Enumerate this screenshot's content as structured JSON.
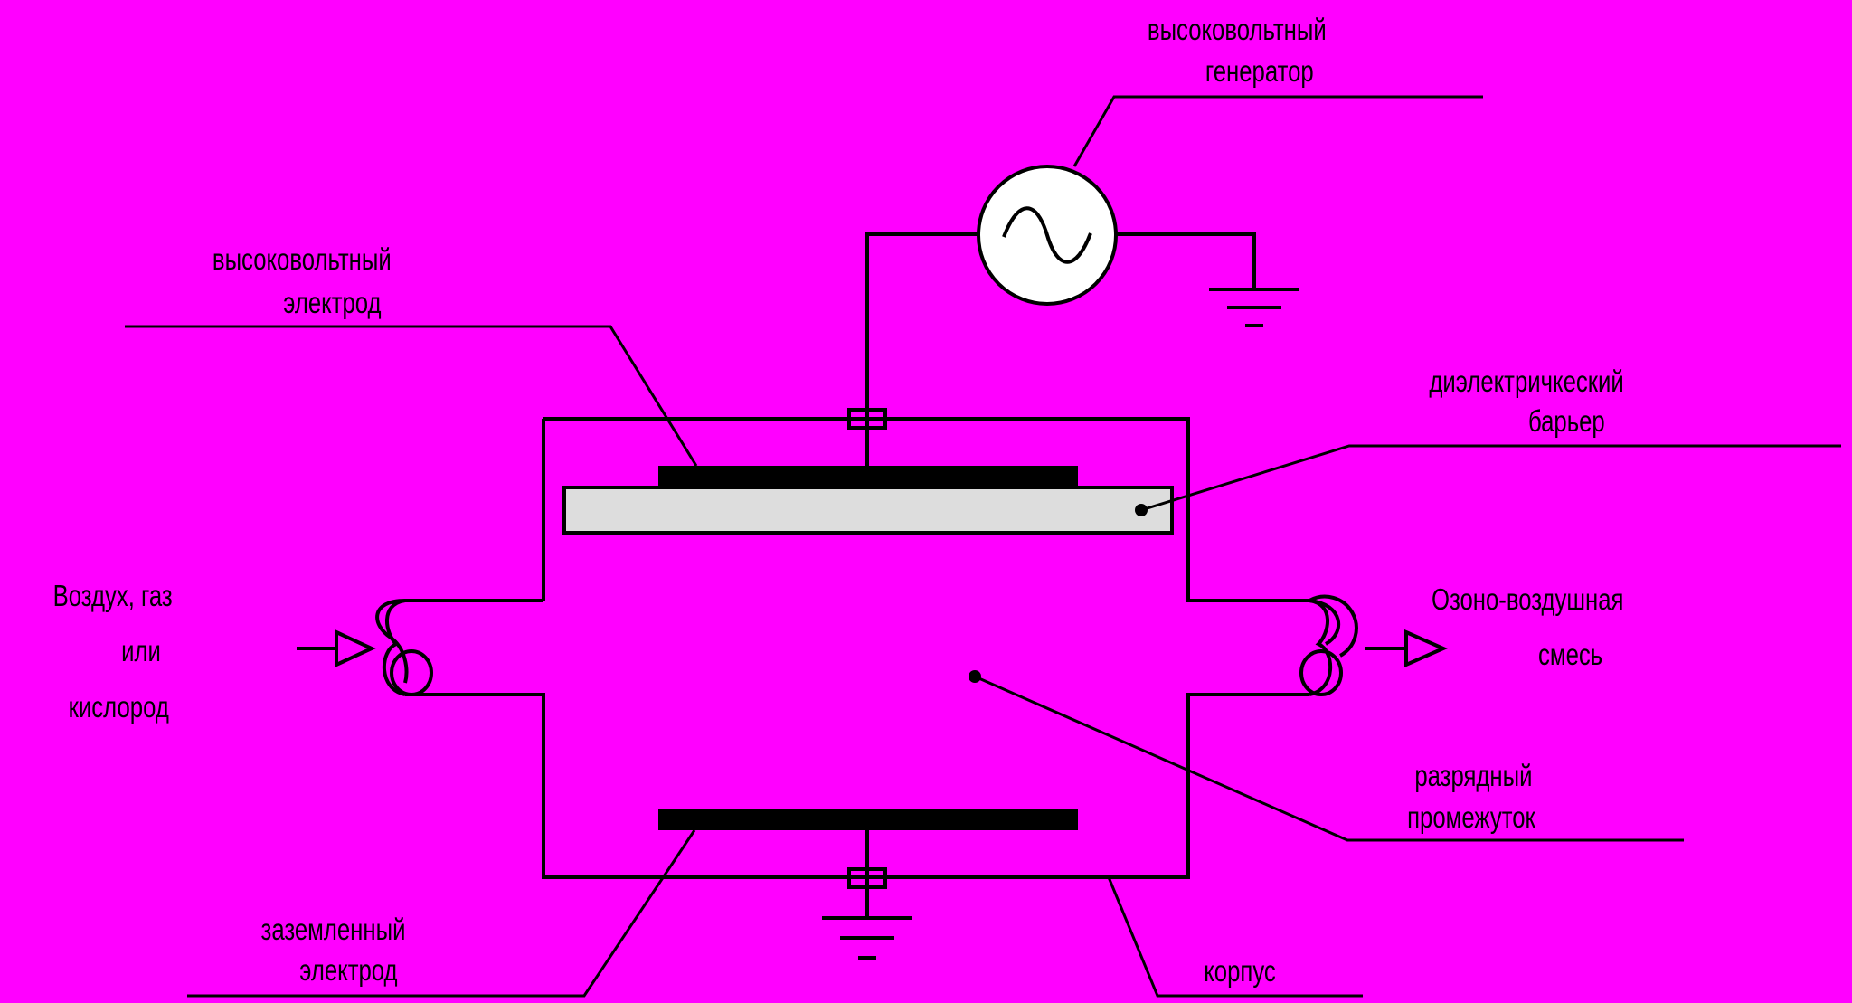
{
  "labels": {
    "hv_generator_line1": "высоковольтный",
    "hv_generator_line2": "генератор",
    "hv_electrode_line1": "высоковольтный",
    "hv_electrode_line2": "электрод",
    "dielectric_line1": "диэлектричкеский",
    "dielectric_line2": "барьер",
    "inlet_line1": "Воздух, газ",
    "inlet_line2": "или",
    "inlet_line3": "кислород",
    "outlet_line1": "Озоно-воздушная",
    "outlet_line2": "смесь",
    "discharge_gap_line1": "разрядный",
    "discharge_gap_line2": "промежуток",
    "ground_electrode_line1": "заземленный",
    "ground_electrode_line2": "электрод",
    "housing": "корпус"
  },
  "colors": {
    "background": "#ff00ff",
    "line": "#000000",
    "dielectric_fill": "#dddddd",
    "generator_fill": "#ffffff"
  },
  "icons": {
    "generator": "ac-source-icon",
    "ground": "ground-icon",
    "flow_arrow": "flow-arrow-icon"
  }
}
